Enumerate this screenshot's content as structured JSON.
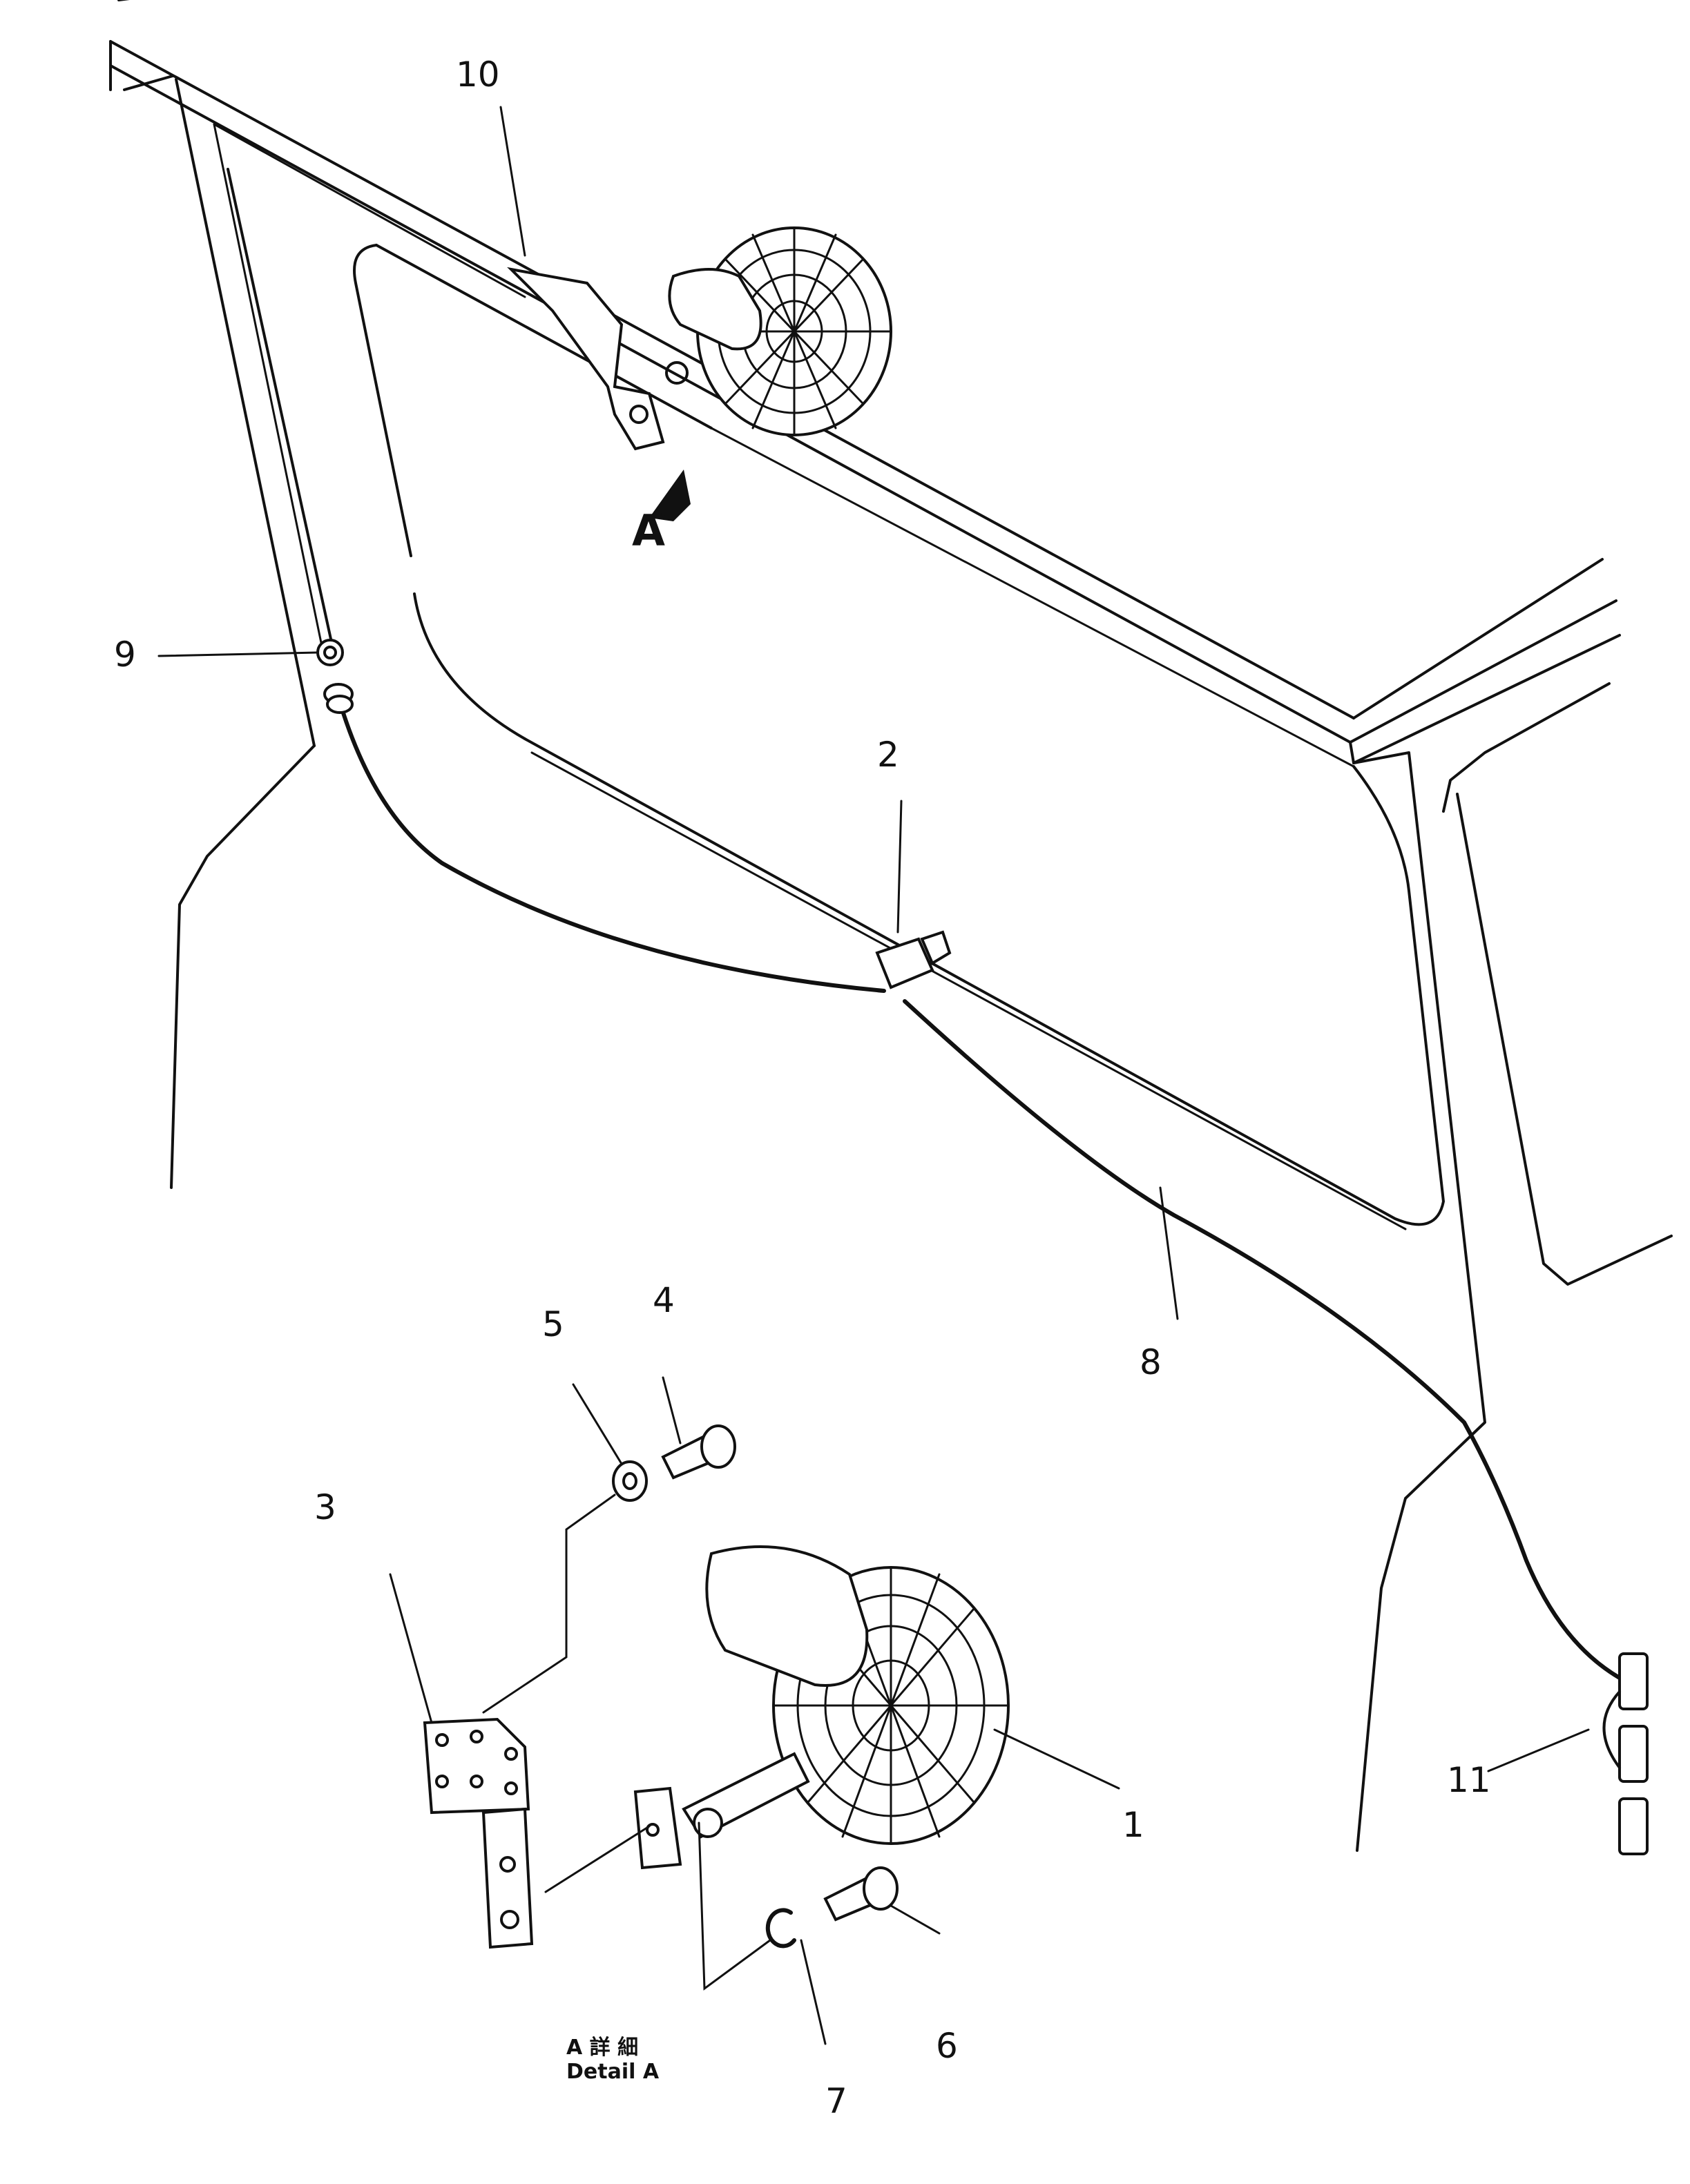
{
  "callouts": {
    "c1": "1",
    "c2": "2",
    "c3": "3",
    "c4": "4",
    "c5": "5",
    "c6": "6",
    "c7": "7",
    "c8": "8",
    "c9": "9",
    "c10": "10",
    "c11": "11"
  },
  "view_arrow_label": "A",
  "detail_caption": {
    "jp": "A 詳 細",
    "en": "Detail  A"
  }
}
